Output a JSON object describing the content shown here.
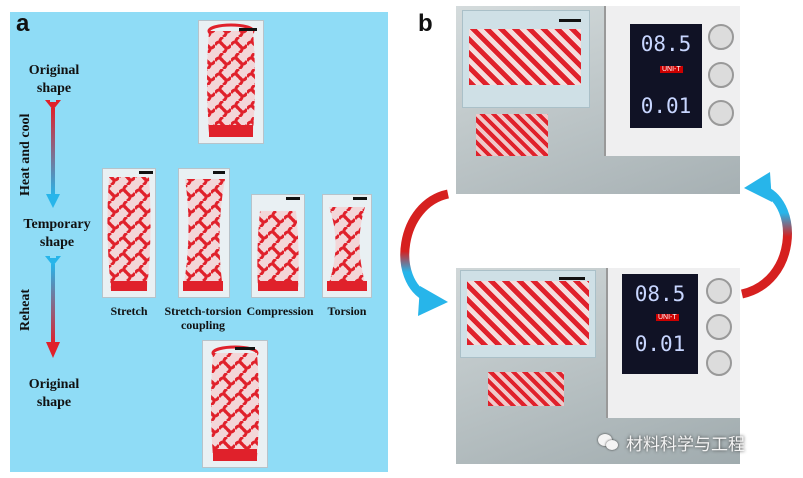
{
  "panel_a": {
    "label": "a",
    "states": {
      "original_top_1": "Original",
      "original_top_2": "shape",
      "temporary_1": "Temporary",
      "temporary_2": "shape",
      "original_bottom_1": "Original",
      "original_bottom_2": "shape"
    },
    "processes": {
      "heat_and_cool": "Heat and cool",
      "reheat": "Reheat"
    },
    "deformations": [
      {
        "label": "Stretch"
      },
      {
        "label_1": "Stretch-torsion",
        "label_2": "coupling"
      },
      {
        "label": "Compression"
      },
      {
        "label": "Torsion"
      }
    ]
  },
  "panel_b": {
    "label": "b",
    "display_voltage": "08.5",
    "display_current": "0.01",
    "brand": "UNI-T"
  },
  "watermark": "材料科学与工程",
  "colors": {
    "panel_a_background": "#8fdcf6",
    "structure_red": "#e0212b",
    "arrow_red": "#d6201f",
    "arrow_blue": "#27b5ea"
  }
}
